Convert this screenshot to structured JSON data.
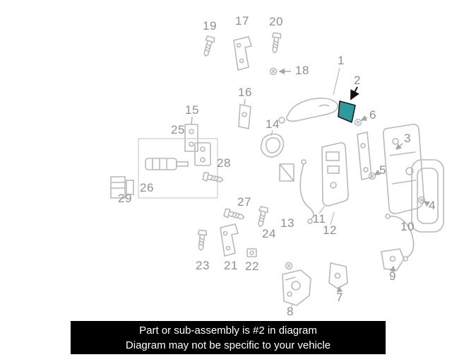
{
  "diagram": {
    "highlighted_part": "2",
    "highlight_color": "#2d9b9e",
    "art_color": "#b9b9b9",
    "label_color": "#8f8f8f",
    "part_numbers": {
      "p1": "1",
      "p2": "2",
      "p3": "3",
      "p4": "4",
      "p5": "5",
      "p6": "6",
      "p7": "7",
      "p8": "8",
      "p9": "9",
      "p10": "10",
      "p11": "11",
      "p12": "12",
      "p13": "13",
      "p14": "14",
      "p15": "15",
      "p16": "16",
      "p17": "17",
      "p18": "18",
      "p19": "19",
      "p20": "20",
      "p21": "21",
      "p22": "22",
      "p23": "23",
      "p24": "24",
      "p25": "25",
      "p26": "26",
      "p27": "27",
      "p28": "28",
      "p29": "29"
    }
  },
  "banner": {
    "line1": "Part or sub-assembly is #2 in diagram",
    "line2": "Diagram may not be specific to your vehicle",
    "background": "#000000",
    "text_color": "#ffffff"
  }
}
